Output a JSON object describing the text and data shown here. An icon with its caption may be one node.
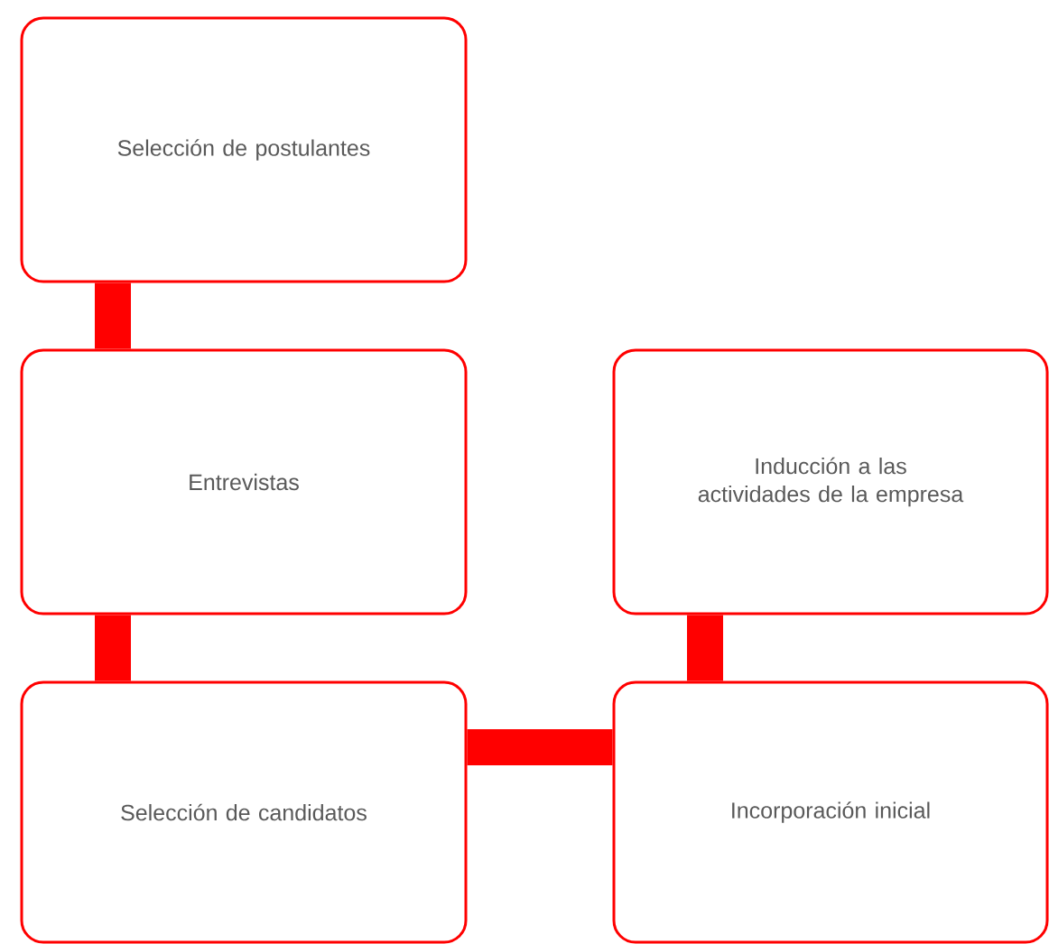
{
  "diagram": {
    "nodes": [
      {
        "text": [
          "Selección de postulantes"
        ]
      },
      {
        "text": [
          "Entrevistas"
        ]
      },
      {
        "text": [
          "Selección de candidatos"
        ]
      },
      {
        "text": [
          "Inducción a las actividades de la empresa"
        ]
      },
      {
        "text": [
          "Incorporación inicial"
        ]
      }
    ],
    "edges": [
      {
        "from": 0,
        "to": 1,
        "arrow": "none"
      },
      {
        "from": 1,
        "to": 2,
        "arrow": "none"
      },
      {
        "from": 2,
        "to": 4,
        "arrow": "none"
      },
      {
        "from": 4,
        "to": 3,
        "arrow": "none"
      }
    ]
  }
}
